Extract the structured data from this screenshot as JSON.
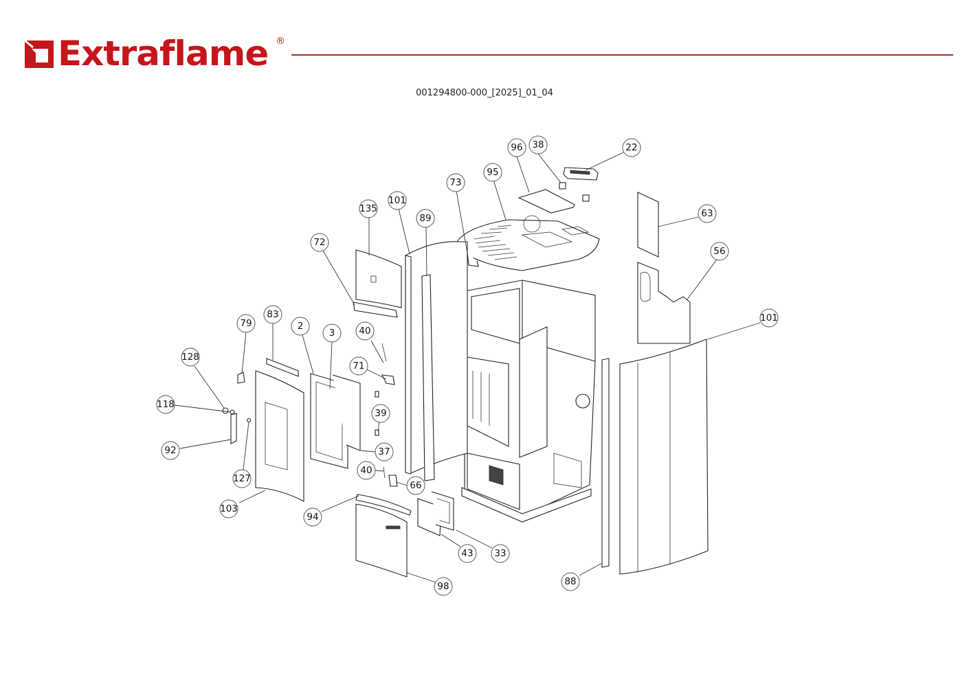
{
  "brand": {
    "name": "Extraflame",
    "registered_mark": "®",
    "color": "#c4161c",
    "rule_color": "#b3262d"
  },
  "document": {
    "code": "001294800-000_[2025]_01_04"
  },
  "diagram": {
    "type": "exploded-parts-view",
    "callouts": [
      {
        "id": "c96",
        "label": "96",
        "target": "top-cover-plate"
      },
      {
        "id": "c38",
        "label": "38",
        "target": "small-bracket"
      },
      {
        "id": "c22",
        "label": "22",
        "target": "control-panel"
      },
      {
        "id": "c95",
        "label": "95",
        "target": "top-grille"
      },
      {
        "id": "c73",
        "label": "73",
        "target": "top-bracket"
      },
      {
        "id": "c63",
        "label": "63",
        "target": "rear-top-panel"
      },
      {
        "id": "c135",
        "label": "135",
        "target": "upper-front-panel"
      },
      {
        "id": "c101a",
        "label": "101",
        "target": "left-side-panel"
      },
      {
        "id": "c89",
        "label": "89",
        "target": "left-profile"
      },
      {
        "id": "c72",
        "label": "72",
        "target": "deflector"
      },
      {
        "id": "c56",
        "label": "56",
        "target": "rear-panel"
      },
      {
        "id": "c101b",
        "label": "101",
        "target": "right-side-panel"
      },
      {
        "id": "c79",
        "label": "79",
        "target": "hinge"
      },
      {
        "id": "c83",
        "label": "83",
        "target": "door-top-profile"
      },
      {
        "id": "c2",
        "label": "2",
        "target": "door-gasket"
      },
      {
        "id": "c3",
        "label": "3",
        "target": "glass"
      },
      {
        "id": "c40a",
        "label": "40",
        "target": "pin"
      },
      {
        "id": "c71",
        "label": "71",
        "target": "closure-bracket"
      },
      {
        "id": "c128",
        "label": "128",
        "target": "handle-screw"
      },
      {
        "id": "c118",
        "label": "118",
        "target": "washer"
      },
      {
        "id": "c39",
        "label": "39",
        "target": "spacer"
      },
      {
        "id": "c92",
        "label": "92",
        "target": "handle"
      },
      {
        "id": "c37",
        "label": "37",
        "target": "glass-frame"
      },
      {
        "id": "c40b",
        "label": "40",
        "target": "pin"
      },
      {
        "id": "c127",
        "label": "127",
        "target": "handle-pin"
      },
      {
        "id": "c66",
        "label": "66",
        "target": "lower-bracket"
      },
      {
        "id": "c103",
        "label": "103",
        "target": "front-door"
      },
      {
        "id": "c94",
        "label": "94",
        "target": "lower-top-profile"
      },
      {
        "id": "c43",
        "label": "43",
        "target": "inspection-cover"
      },
      {
        "id": "c33",
        "label": "33",
        "target": "inspection-gasket"
      },
      {
        "id": "c98",
        "label": "98",
        "target": "lower-front-panel"
      },
      {
        "id": "c88",
        "label": "88",
        "target": "right-profile"
      }
    ]
  }
}
